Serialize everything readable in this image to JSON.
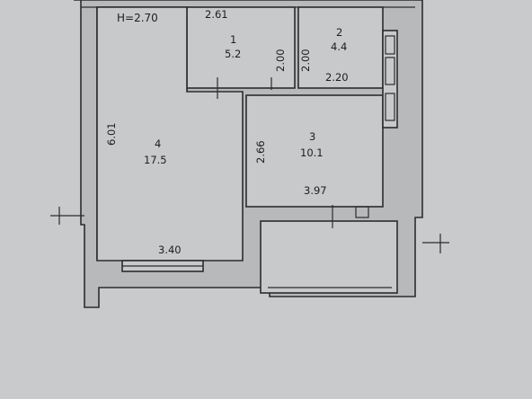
{
  "plan": {
    "ceiling_height": "H=2.70",
    "rooms": [
      {
        "number": "1",
        "area": "5.2"
      },
      {
        "number": "2",
        "area": "4.4"
      },
      {
        "number": "3",
        "area": "10.1"
      },
      {
        "number": "4",
        "area": "17.5"
      }
    ],
    "dimensions": {
      "top_width": "2.61",
      "room1_height": "2.00",
      "room2_height": "2.00",
      "room2_width": "2.20",
      "room4_height": "6.01",
      "room3_height": "2.66",
      "room3_width": "3.97",
      "room4_width": "3.40"
    },
    "colors": {
      "background": "#c9cacb",
      "line": "#2c2c2e"
    }
  }
}
